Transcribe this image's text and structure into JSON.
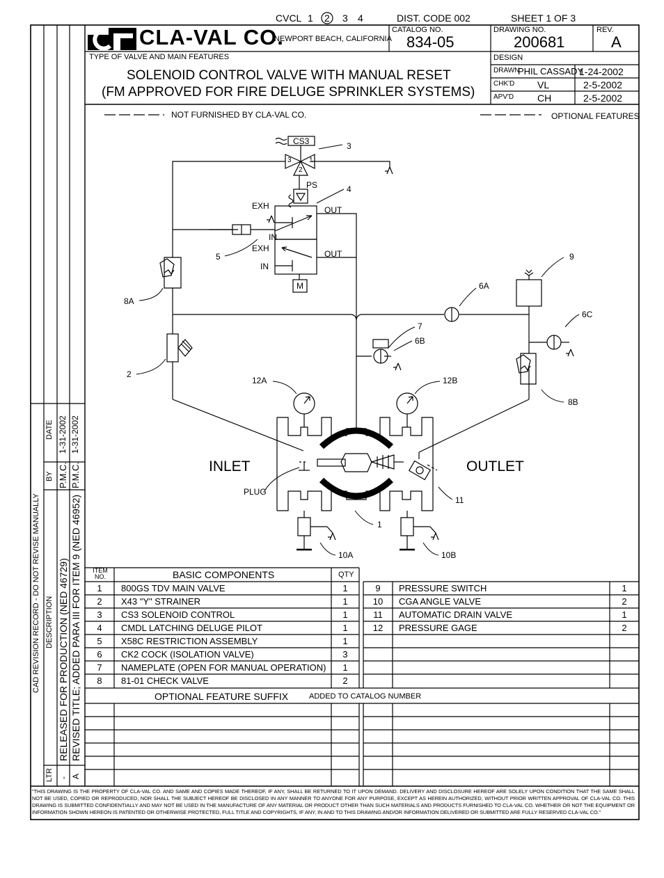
{
  "top_line": {
    "cvcl": "CVCL",
    "sheet_numbers": [
      "1",
      "2",
      "3",
      "4"
    ],
    "circled": "2",
    "dist_code": "DIST. CODE 002",
    "sheet": "SHEET 1 OF 3"
  },
  "title_block": {
    "company": "CLA-VAL CO.",
    "location": "NEWPORT BEACH, CALIFORNIA",
    "catalog_label": "CATALOG NO.",
    "catalog_no": "834-05",
    "drawing_label": "DRAWING NO.",
    "drawing_no": "200681",
    "rev_label": "REV.",
    "rev": "A",
    "type_label": "TYPE OF VALVE AND MAIN FEATURES",
    "title_line1": "SOLENOID CONTROL VALVE WITH MANUAL RESET",
    "title_line2": "(FM APPROVED FOR FIRE DELUGE SPRINKLER SYSTEMS)",
    "design_label": "DESIGN",
    "drawn_label": "DRAWN",
    "drawn_by": "PHIL CASSADY",
    "drawn_date": "1-24-2002",
    "chkd_label": "CHK'D",
    "chkd_by": "VL",
    "chkd_date": "2-5-2002",
    "apvd_label": "APV'D",
    "apvd_by": "CH",
    "apvd_date": "2-5-2002"
  },
  "legend": {
    "not_furnished": "NOT FURNISHED BY CLA-VAL CO.",
    "optional": "OPTIONAL FEATURES"
  },
  "diagram_labels": {
    "cs3": "CS3",
    "port3": "3",
    "port1": "1",
    "port2": "2",
    "ps": "PS",
    "exh1": "EXH",
    "out1": "OUT",
    "in1": "IN",
    "exh2": "EXH",
    "out2": "OUT",
    "in2": "IN",
    "m": "M",
    "inlet": "INLET",
    "outlet": "OUTLET",
    "plug": "PLUG",
    "c3": "3",
    "c4": "4",
    "c5": "5",
    "c8a": "8A",
    "c2": "2",
    "c9": "9",
    "c6a": "6A",
    "c6c": "6C",
    "c7": "7",
    "c6b": "6B",
    "c12a": "12A",
    "c12b": "12B",
    "c8b": "8B",
    "c11": "11",
    "c1": "1",
    "c10a": "10A",
    "c10b": "10B"
  },
  "components": {
    "item_header": "ITEM NO.",
    "title": "BASIC COMPONENTS",
    "qty_header": "QTY",
    "left": [
      {
        "item": "1",
        "desc": "800GS TDV MAIN VALVE",
        "qty": "1"
      },
      {
        "item": "2",
        "desc": "X43 \"Y\" STRAINER",
        "qty": "1"
      },
      {
        "item": "3",
        "desc": "CS3 SOLENOID CONTROL",
        "qty": "1"
      },
      {
        "item": "4",
        "desc": "CMDL LATCHING DELUGE PILOT",
        "qty": "1"
      },
      {
        "item": "5",
        "desc": "X58C RESTRICTION ASSEMBLY",
        "qty": "1"
      },
      {
        "item": "6",
        "desc": "CK2 COCK (ISOLATION VALVE)",
        "qty": "3"
      },
      {
        "item": "7",
        "desc": "NAMEPLATE (OPEN FOR MANUAL OPERATION)",
        "qty": "1"
      },
      {
        "item": "8",
        "desc": "81-01 CHECK VALVE",
        "qty": "2"
      }
    ],
    "right": [
      {
        "item": "9",
        "desc": "PRESSURE SWITCH",
        "qty": "1"
      },
      {
        "item": "10",
        "desc": "CGA ANGLE VALVE",
        "qty": "2"
      },
      {
        "item": "11",
        "desc": "AUTOMATIC DRAIN VALVE",
        "qty": "1"
      },
      {
        "item": "12",
        "desc": "PRESSURE GAGE",
        "qty": "2"
      }
    ],
    "optional_title": "OPTIONAL FEATURE SUFFIX",
    "optional_note": "ADDED TO CATALOG NUMBER"
  },
  "revision": {
    "record": "CAD REVISION RECORD - DO NOT REVISE MANUALLY",
    "ltr_label": "LTR",
    "desc_label": "DESCRIPTION",
    "by_label": "BY",
    "date_label": "DATE",
    "rows": [
      {
        "ltr": "-",
        "desc": "RELEASED FOR PRODUCTION   (NED 46729)",
        "by": "P.M.C.",
        "date": "1-31-2002"
      },
      {
        "ltr": "A",
        "desc": "REVISED TITLE; ADDED PARA III FOR ITEM 9 (NED 46952)",
        "by": "P.M.C.",
        "date": "1-31-2002"
      }
    ]
  },
  "legal": "\"THIS DRAWING IS THE PROPERTY OF CLA-VAL CO. AND SAME AND COPIES MADE THEREOF, IF ANY, SHALL BE RETURNED TO IT UPON DEMAND. DELIVERY AND DISCLOSURE HEREOF ARE SOLELY UPON CONDITION THAT THE SAME SHALL NOT BE USED, COPIED OR REPRODUCED, NOR SHALL THE SUBJECT HEREOF BE DISCLOSED IN ANY MANNER TO ANYONE FOR ANY PURPOSE, EXCEPT AS HEREIN AUTHORIZED, WITHOUT PRIOR WRITTEN APPROVAL OF CLA-VAL CO. THIS DRAWING IS SUBMITTED CONFIDENTIALLY AND MAY NOT BE USED IN THE MANUFACTURE OF ANY MATERIAL OR PRODUCT OTHER THAN SUCH MATERIALS AND PRODUCTS FURNISHED TO CLA-VAL CO. WHETHER OR NOT THE EQUIPMENT OR INFORMATION SHOWN HEREON IS PATENTED OR OTHERWISE PROTECTED, FULL TITLE AND COPYRIGHTS, IF ANY, IN AND TO THIS DRAWING AND/OR INFORMATION DELIVERED OR SUBMITTED ARE FULLY RESERVED CLA-VAL CO.\""
}
